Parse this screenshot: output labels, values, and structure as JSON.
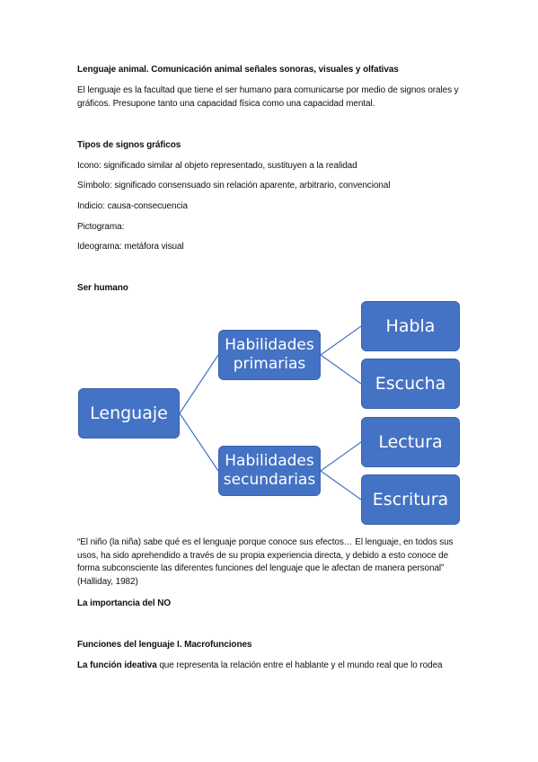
{
  "heading": "Lenguaje animal. Comunicación animal señales sonoras, visuales y olfativas",
  "intro": "El lenguaje es la facultad que tiene el ser humano para comunicarse por medio de signos orales y gráficos. Presupone tanto una capacidad física como una capacidad mental.",
  "signs_heading": "Tipos de signos gráficos",
  "signs": [
    "Icono: significado similar al objeto representado, sustituyen a la realidad",
    "Símbolo: significado consensuado sin relación aparente, arbitrario, convencional",
    "Indicio: causa-consecuencia",
    "Pictograma:",
    "Ideograma: metáfora visual"
  ],
  "section_ser_humano": "Ser humano",
  "diagram": {
    "root": "Lenguaje",
    "primary": "Habilidades primarias",
    "secondary": "Habilidades secundarias",
    "habla": "Habla",
    "escucha": "Escucha",
    "lectura": "Lectura",
    "escritura": "Escritura"
  },
  "quote": "“El niño (la niña) sabe qué es el lenguaje porque conoce sus efectos… El lenguaje, en todos sus usos, ha sido aprehendido a través de su propia experiencia directa, y debido a esto conoce de forma subconsciente las diferentes funciones del lenguaje que le afectan de manera personal” (Halliday, 1982)",
  "no_heading": "La importancia del NO",
  "functions_heading": "Funciones del lenguaje I. Macrofunciones",
  "ideativa_bold": "La función ideativa",
  "ideativa_rest": " que representa la relación entre el hablante y el mundo real que lo rodea",
  "colors": {
    "node_fill": "#4472c4",
    "connector": "#4472c4"
  }
}
